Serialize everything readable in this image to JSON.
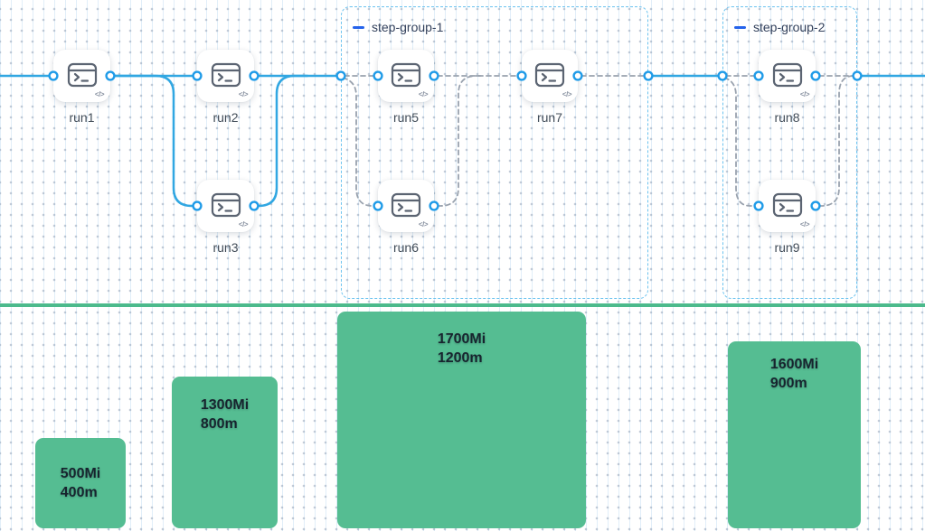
{
  "workflow": {
    "nodes": [
      {
        "id": "run1",
        "label": "run1"
      },
      {
        "id": "run2",
        "label": "run2"
      },
      {
        "id": "run3",
        "label": "run3"
      },
      {
        "id": "run5",
        "label": "run5"
      },
      {
        "id": "run6",
        "label": "run6"
      },
      {
        "id": "run7",
        "label": "run7"
      },
      {
        "id": "run8",
        "label": "run8"
      },
      {
        "id": "run9",
        "label": "run9"
      }
    ],
    "groups": [
      {
        "id": "step-group-1",
        "label": "step-group-1"
      },
      {
        "id": "step-group-2",
        "label": "step-group-2"
      }
    ],
    "code_badge": "</>",
    "edges": [
      {
        "from": "canvas-left",
        "to": "run1",
        "style": "solid"
      },
      {
        "from": "run1",
        "to": "run2",
        "style": "solid"
      },
      {
        "from": "run1",
        "to": "run3",
        "style": "solid"
      },
      {
        "from": "run2",
        "to": "step-group-1",
        "style": "solid"
      },
      {
        "from": "run3",
        "to": "step-group-1",
        "style": "solid"
      },
      {
        "from": "step-group-1-in",
        "to": "run5",
        "style": "dashed"
      },
      {
        "from": "step-group-1-in",
        "to": "run6",
        "style": "dashed"
      },
      {
        "from": "run5",
        "to": "run7",
        "style": "dashed"
      },
      {
        "from": "run6",
        "to": "run7",
        "style": "dashed"
      },
      {
        "from": "run7",
        "to": "step-group-1-out",
        "style": "dashed"
      },
      {
        "from": "step-group-1",
        "to": "step-group-2",
        "style": "solid"
      },
      {
        "from": "step-group-2-in",
        "to": "run8",
        "style": "dashed"
      },
      {
        "from": "step-group-2-in",
        "to": "run9",
        "style": "dashed"
      },
      {
        "from": "run8",
        "to": "step-group-2-out",
        "style": "dashed"
      },
      {
        "from": "run9",
        "to": "step-group-2-out",
        "style": "dashed"
      },
      {
        "from": "step-group-2",
        "to": "canvas-right",
        "style": "solid"
      }
    ]
  },
  "icons": {
    "node_icon": "terminal-icon",
    "badge_icon": "code-badge-icon",
    "group_toggle_icon": "minus-collapse-icon"
  },
  "colors": {
    "edge_solid": "#31a7e2",
    "edge_dashed": "#99a2ae",
    "port_ring": "#1f9be8",
    "group_border": "#6cc3ef",
    "group_accent": "#2563eb",
    "bar_fill": "#55bd92",
    "separator": "#4cba8c",
    "node_label": "#414c58",
    "bar_text": "#17242e"
  },
  "chart_data": {
    "type": "bar",
    "title": "",
    "xlabel": "",
    "ylabel": "",
    "legend": false,
    "grid": "dotted background",
    "bars": [
      {
        "memory": "500Mi",
        "cpu": "400m"
      },
      {
        "memory": "1300Mi",
        "cpu": "800m"
      },
      {
        "memory": "1700Mi",
        "cpu": "1200m"
      },
      {
        "memory": "1600Mi",
        "cpu": "900m"
      }
    ],
    "series": [
      {
        "name": "memory_Mi",
        "values": [
          500,
          1300,
          1700,
          1600
        ]
      },
      {
        "name": "cpu_m",
        "values": [
          400,
          800,
          1200,
          900
        ]
      }
    ]
  }
}
